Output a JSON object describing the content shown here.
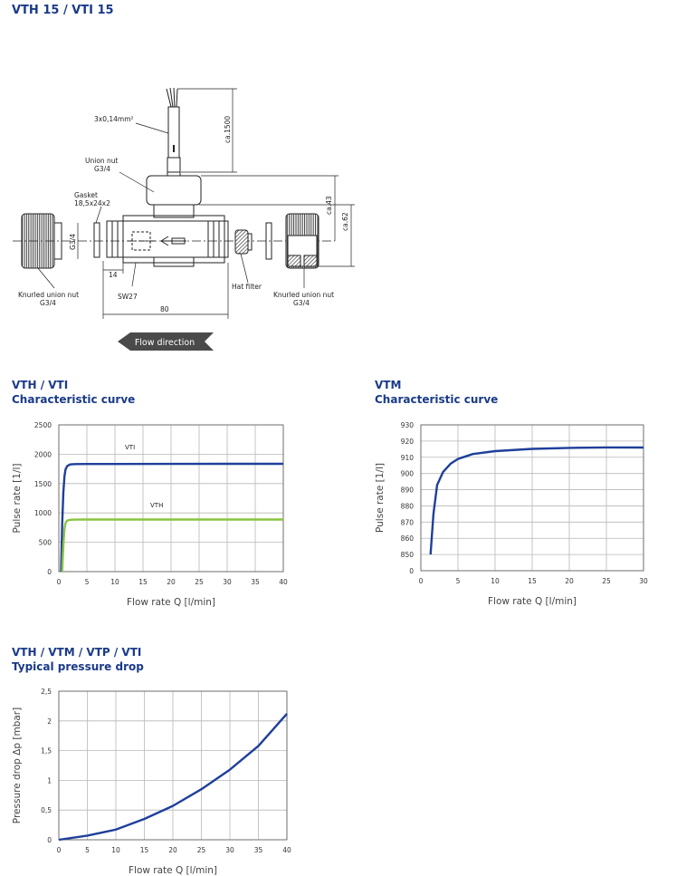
{
  "page": {
    "title": "VTH 15 / VTI 15"
  },
  "drawing": {
    "labels": {
      "cable": "3x0,14mm²",
      "cable_length": "ca.1500",
      "union_nut": "Union nut",
      "union_nut_thread": "G3/4",
      "gasket": "Gasket",
      "gasket_size": "18,5x24x2",
      "thread_left": "G3/4",
      "height_43": "ca.43",
      "height_62": "ca.62",
      "dim_14": "14",
      "dim_sw27": "SW27",
      "dim_80": "80",
      "hat_filter": "Hat filter",
      "knurled_left_1": "Knurled union nut",
      "knurled_left_2": "G3/4",
      "knurled_right_1": "Knurled union nut",
      "knurled_right_2": "G3/4"
    },
    "flow_direction": "Flow direction",
    "colors": {
      "line": "#222222",
      "arrow_fill": "#4a4a4a",
      "arrow_text": "#ffffff"
    }
  },
  "chart_data": [
    {
      "type": "line",
      "heading": [
        "VTH / VTI",
        "Characteristic curve"
      ],
      "xlabel": "Flow rate Q [l/min]",
      "ylabel": "Pulse rate [1/l]",
      "xlim": [
        0,
        40
      ],
      "ylim": [
        0,
        2500
      ],
      "xticks": [
        0,
        5,
        10,
        15,
        20,
        25,
        30,
        35,
        40
      ],
      "yticks": [
        0,
        500,
        1000,
        1500,
        2000,
        2500
      ],
      "grid": true,
      "series": [
        {
          "name": "VTI",
          "color": "#1f3f9a",
          "x": [
            0.4,
            0.6,
            0.8,
            1.0,
            1.2,
            1.5,
            2.0,
            2.5,
            3,
            5,
            10,
            20,
            30,
            40
          ],
          "y": [
            0,
            800,
            1350,
            1620,
            1740,
            1800,
            1825,
            1830,
            1832,
            1833,
            1834,
            1835,
            1836,
            1836
          ]
        },
        {
          "name": "VTH",
          "color": "#8ac33f",
          "x": [
            0.6,
            0.8,
            1.0,
            1.2,
            1.5,
            2.0,
            2.5,
            3,
            5,
            10,
            20,
            30,
            40
          ],
          "y": [
            0,
            450,
            720,
            830,
            870,
            882,
            885,
            886,
            887,
            887,
            888,
            888,
            888
          ]
        }
      ]
    },
    {
      "type": "line",
      "heading": [
        "VTM",
        "Characteristic curve"
      ],
      "xlabel": "Flow rate Q [l/min]",
      "ylabel": "Pulse rate [1/l]",
      "xlim": [
        0,
        30
      ],
      "ylim": [
        840,
        930
      ],
      "xticks": [
        0,
        5,
        10,
        15,
        20,
        25,
        30
      ],
      "yticks": [
        840,
        850,
        860,
        870,
        880,
        890,
        900,
        910,
        920,
        930
      ],
      "ytick_labels": [
        "0",
        "850",
        "860",
        "870",
        "880",
        "890",
        "900",
        "910",
        "920",
        "930"
      ],
      "grid": true,
      "series": [
        {
          "color": "#1f3f9a",
          "x": [
            1.3,
            1.7,
            2.2,
            3,
            4,
            5,
            7,
            10,
            15,
            20,
            25,
            30
          ],
          "y": [
            850,
            875,
            893,
            901,
            906,
            909,
            912,
            913.8,
            915.2,
            915.8,
            916.1,
            916
          ]
        }
      ]
    },
    {
      "type": "line",
      "heading": [
        "VTH / VTM / VTP / VTI",
        "Typical pressure drop"
      ],
      "xlabel": "Flow rate Q [l/min]",
      "ylabel": "Pressure drop Δp [mbar]",
      "xlim": [
        0,
        40
      ],
      "ylim": [
        0,
        2.5
      ],
      "xticks": [
        0,
        5,
        10,
        15,
        20,
        25,
        30,
        35,
        40
      ],
      "yticks": [
        0,
        0.5,
        1,
        1.5,
        2,
        2.5
      ],
      "ytick_labels": [
        "0",
        "0,5",
        "1",
        "1,5",
        "2",
        "2,5"
      ],
      "grid": true,
      "series": [
        {
          "color": "#1f3f9a",
          "x": [
            0,
            5,
            10,
            15,
            20,
            25,
            30,
            35,
            40
          ],
          "y": [
            0,
            0.07,
            0.17,
            0.35,
            0.57,
            0.85,
            1.18,
            1.58,
            2.12
          ]
        }
      ]
    }
  ]
}
